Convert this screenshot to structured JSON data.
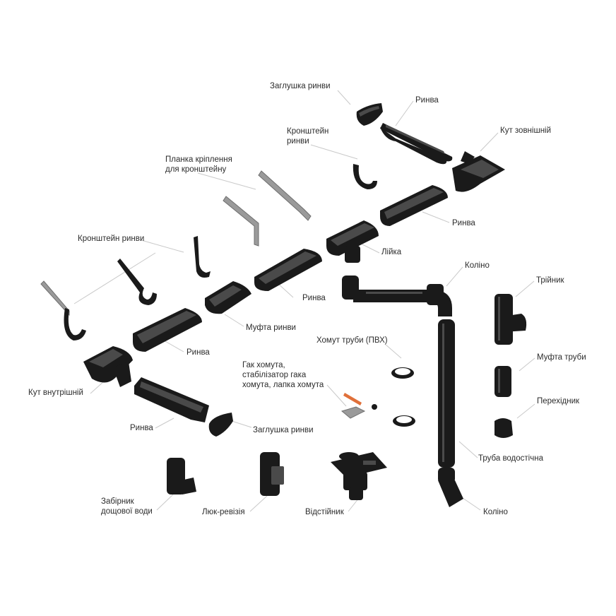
{
  "diagram": {
    "colors": {
      "part": "#1a1a1a",
      "highlight": "#4a4a4a",
      "steel": "#9a9a9a",
      "leader": "#c9c9c9",
      "text": "#2c2c2c",
      "accent": "#e0703a"
    },
    "labels": {
      "gutter_cap_top": "Заглушка ринви",
      "gutter_top": "Ринва",
      "outer_corner": "Кут зовнішній",
      "bracket_top_l1": "Кронштейн",
      "bracket_top_l2": "ринви",
      "plate_l1": "Планка кріплення",
      "plate_l2": "для кронштейну",
      "gutter_mid_right": "Ринва",
      "outlet": "Лійка",
      "bracket_left": "Кронштейн ринви",
      "elbow_top": "Коліно",
      "tee": "Трійник",
      "gutter_center": "Ринва",
      "coupling_gutter": "Муфта ринви",
      "pipe_clamp": "Хомут труби (ПВХ)",
      "pipe_coupling": "Муфта труби",
      "gutter_left": "Ринва",
      "clamp_hook_l1": "Гак хомута,",
      "clamp_hook_l2": "стабілізатор гака",
      "clamp_hook_l3": "хомута, лапка хомута",
      "inner_corner": "Кут внутрішній",
      "reducer": "Перехідник",
      "gutter_bottom": "Ринва",
      "gutter_cap_bottom": "Заглушка ринви",
      "downpipe": "Труба водостічна",
      "rain_collector_l1": "Забірник",
      "rain_collector_l2": "дощової води",
      "inspection_hatch": "Люк-ревізія",
      "settler": "Відстійник",
      "elbow_bottom": "Коліно"
    }
  }
}
